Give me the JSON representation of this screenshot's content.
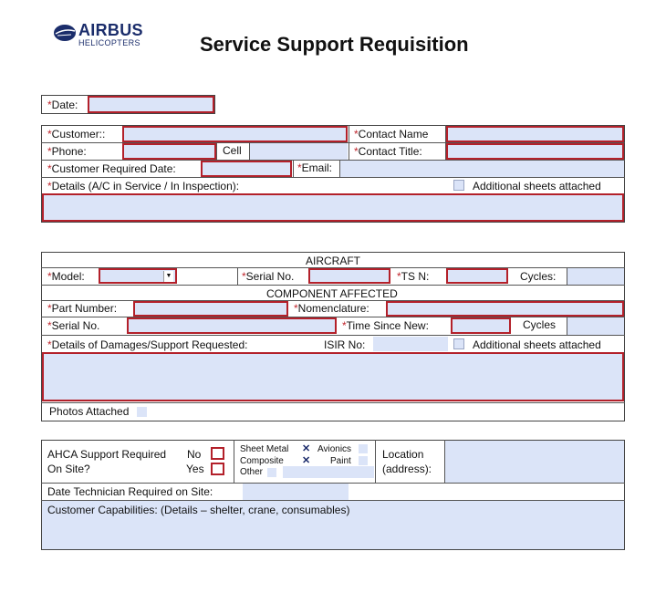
{
  "logo": {
    "brand": "AIRBUS",
    "sub": "HELICOPTERS"
  },
  "title": "Service Support Requisition",
  "required_mark": "*",
  "date": {
    "label": "Date:"
  },
  "customer": {
    "customer_label": "Customer::",
    "contact_name_label": "Contact Name",
    "phone_label": "Phone:",
    "cell_label": "Cell",
    "contact_title_label": "Contact Title:",
    "required_date_label": "Customer Required Date:",
    "email_label": "Email:",
    "details_label": "Details (A/C in Service / In Inspection):",
    "additional_sheets": "Additional sheets attached"
  },
  "aircraft": {
    "heading": "AIRCRAFT",
    "model_label": "Model:",
    "serial_label": "Serial No.",
    "tsn_label": "TS N:",
    "cycles_label": "Cycles:",
    "component_heading": "COMPONENT AFFECTED",
    "part_number_label": "Part Number:",
    "nomenclature_label": "Nomenclature:",
    "comp_serial_label": "Serial No.",
    "time_since_new_label": "Time Since New:",
    "comp_cycles_label": "Cycles",
    "damages_label": "Details of Damages/Support Requested:",
    "isir_label": "ISIR No:",
    "additional_sheets": "Additional sheets attached",
    "photos_label": "Photos Attached"
  },
  "support": {
    "required_label_1": "AHCA Support Required",
    "required_label_2": "On Site?",
    "no_label": "No",
    "yes_label": "Yes",
    "sheet_metal": "Sheet Metal",
    "composite": "Composite",
    "other": "Other",
    "avionics": "Avionics",
    "paint": "Paint",
    "x_mark": "✕",
    "location_label_1": "Location",
    "location_label_2": "(address):",
    "technician_label": "Date Technician Required on Site:",
    "capabilities_label": "Customer Capabilities: (Details – shelter, crane, consumables)"
  },
  "colors": {
    "field_fill": "#dbe4f8",
    "required_border": "#b3202a",
    "logo_navy": "#1b2d6b"
  }
}
